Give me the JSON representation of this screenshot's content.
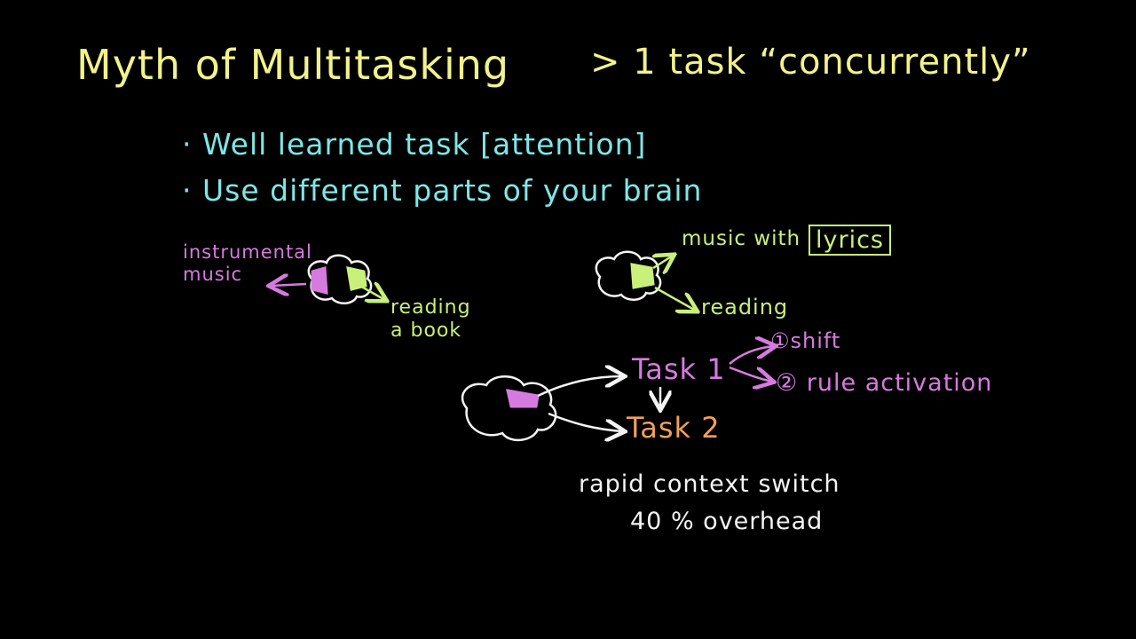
{
  "title": "Myth of Multitasking",
  "subtitle": "> 1 task “concurrently”",
  "bullets": [
    "· Well learned task  [attention]",
    "· Use different parts of your brain"
  ],
  "diagram_left": {
    "left_label": "instrumental\nmusic",
    "right_label": "reading\na book"
  },
  "diagram_right": {
    "top_label": "music with",
    "boxed_word": "lyrics",
    "bottom_label": "reading"
  },
  "diagram_tasks": {
    "task1": "Task 1",
    "task2": "Task 2",
    "step1": "①shift",
    "step2": "② rule activation"
  },
  "notes": {
    "line1": "rapid context switch",
    "line2": "40 % overhead"
  },
  "colors": {
    "background": "#000000",
    "yellow": "#f2f28a",
    "cyan": "#7fe6e6",
    "magenta": "#d77ae0",
    "lime": "#c8f07a",
    "orange": "#f0a05a",
    "white": "#f4f4f4"
  }
}
